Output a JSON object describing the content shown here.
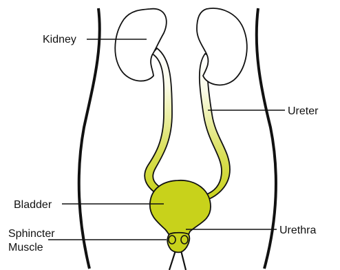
{
  "diagram": {
    "labels": {
      "kidney": "Kidney",
      "ureter": "Ureter",
      "bladder": "Bladder",
      "sphincter_line1": "Sphincter",
      "sphincter_line2": "Muscle",
      "urethra": "Urethra"
    },
    "colors": {
      "organ_fill": "#c8d21b",
      "kidney_fill": "#ffffff",
      "outline": "#111111"
    }
  }
}
